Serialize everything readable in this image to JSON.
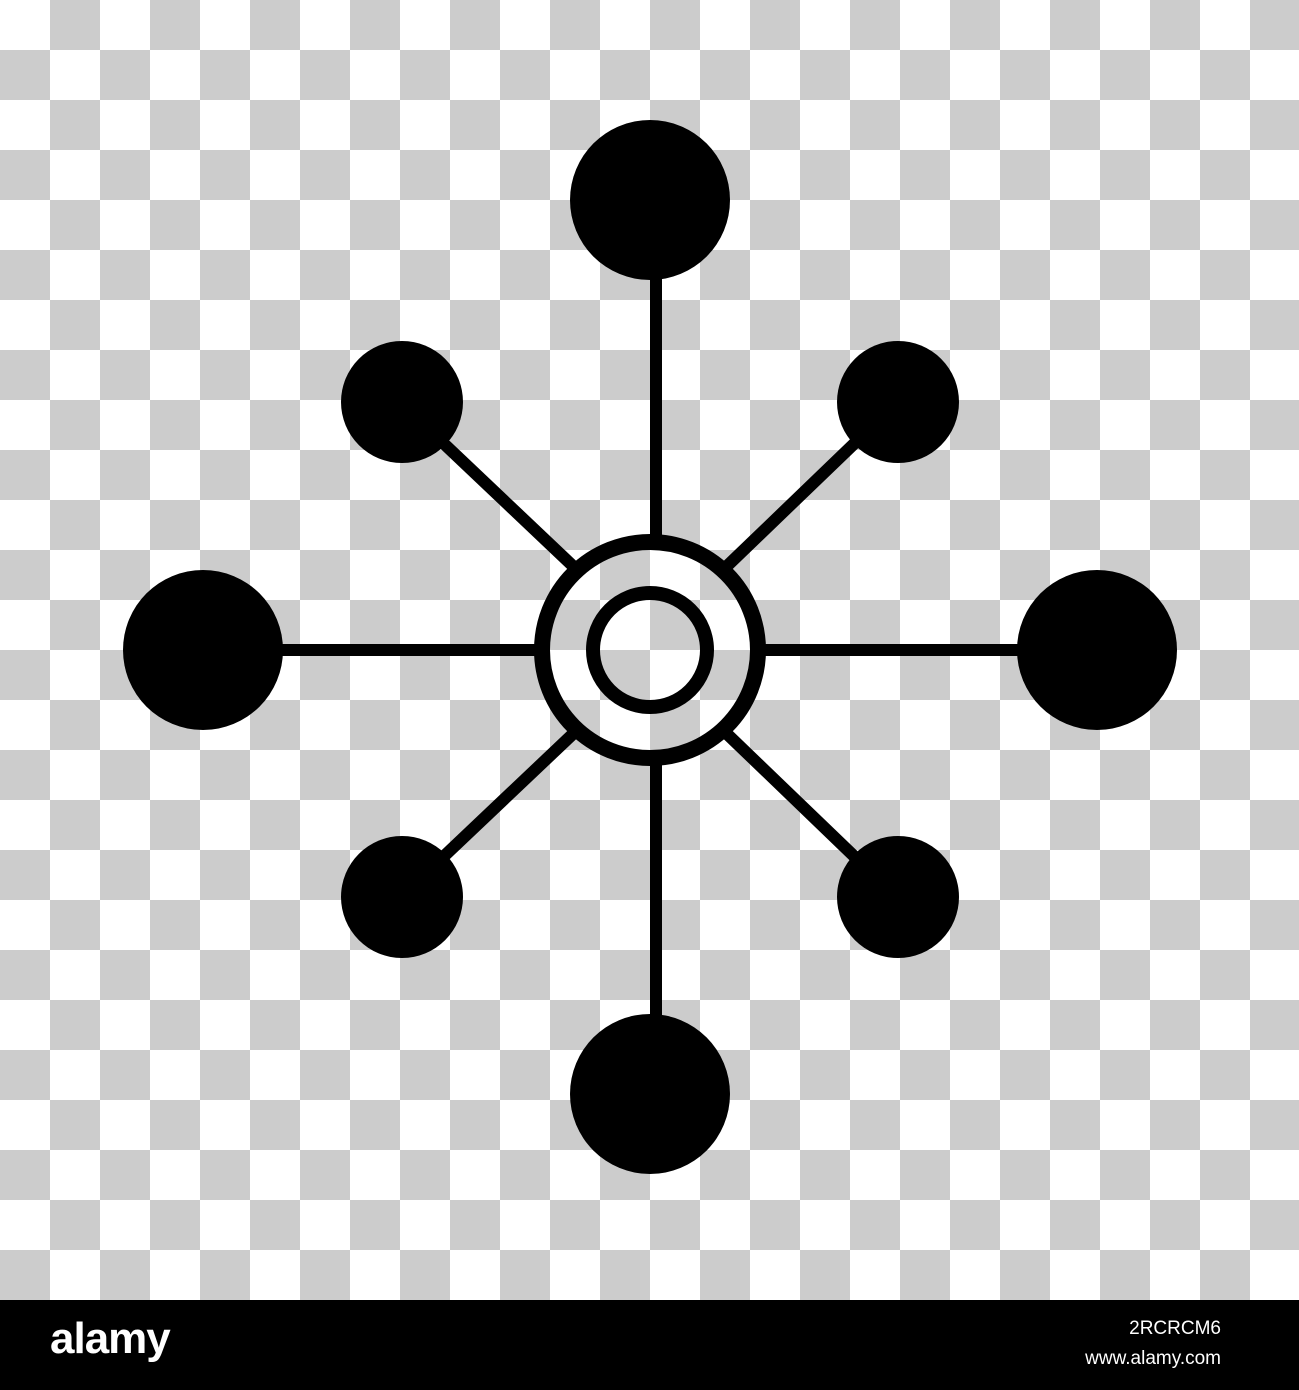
{
  "icon": {
    "name": "network-hub-icon",
    "fill_color": "#000000",
    "ring_color": "#ffffff"
  },
  "background": {
    "pattern": "transparency-checkerboard",
    "light_color": "#ffffff",
    "dark_color": "#cccccc"
  },
  "footer": {
    "brand": "alamy",
    "image_id": "2RCRCM6",
    "site": "www.alamy.com",
    "background_color": "#000000",
    "text_color": "#ffffff"
  }
}
